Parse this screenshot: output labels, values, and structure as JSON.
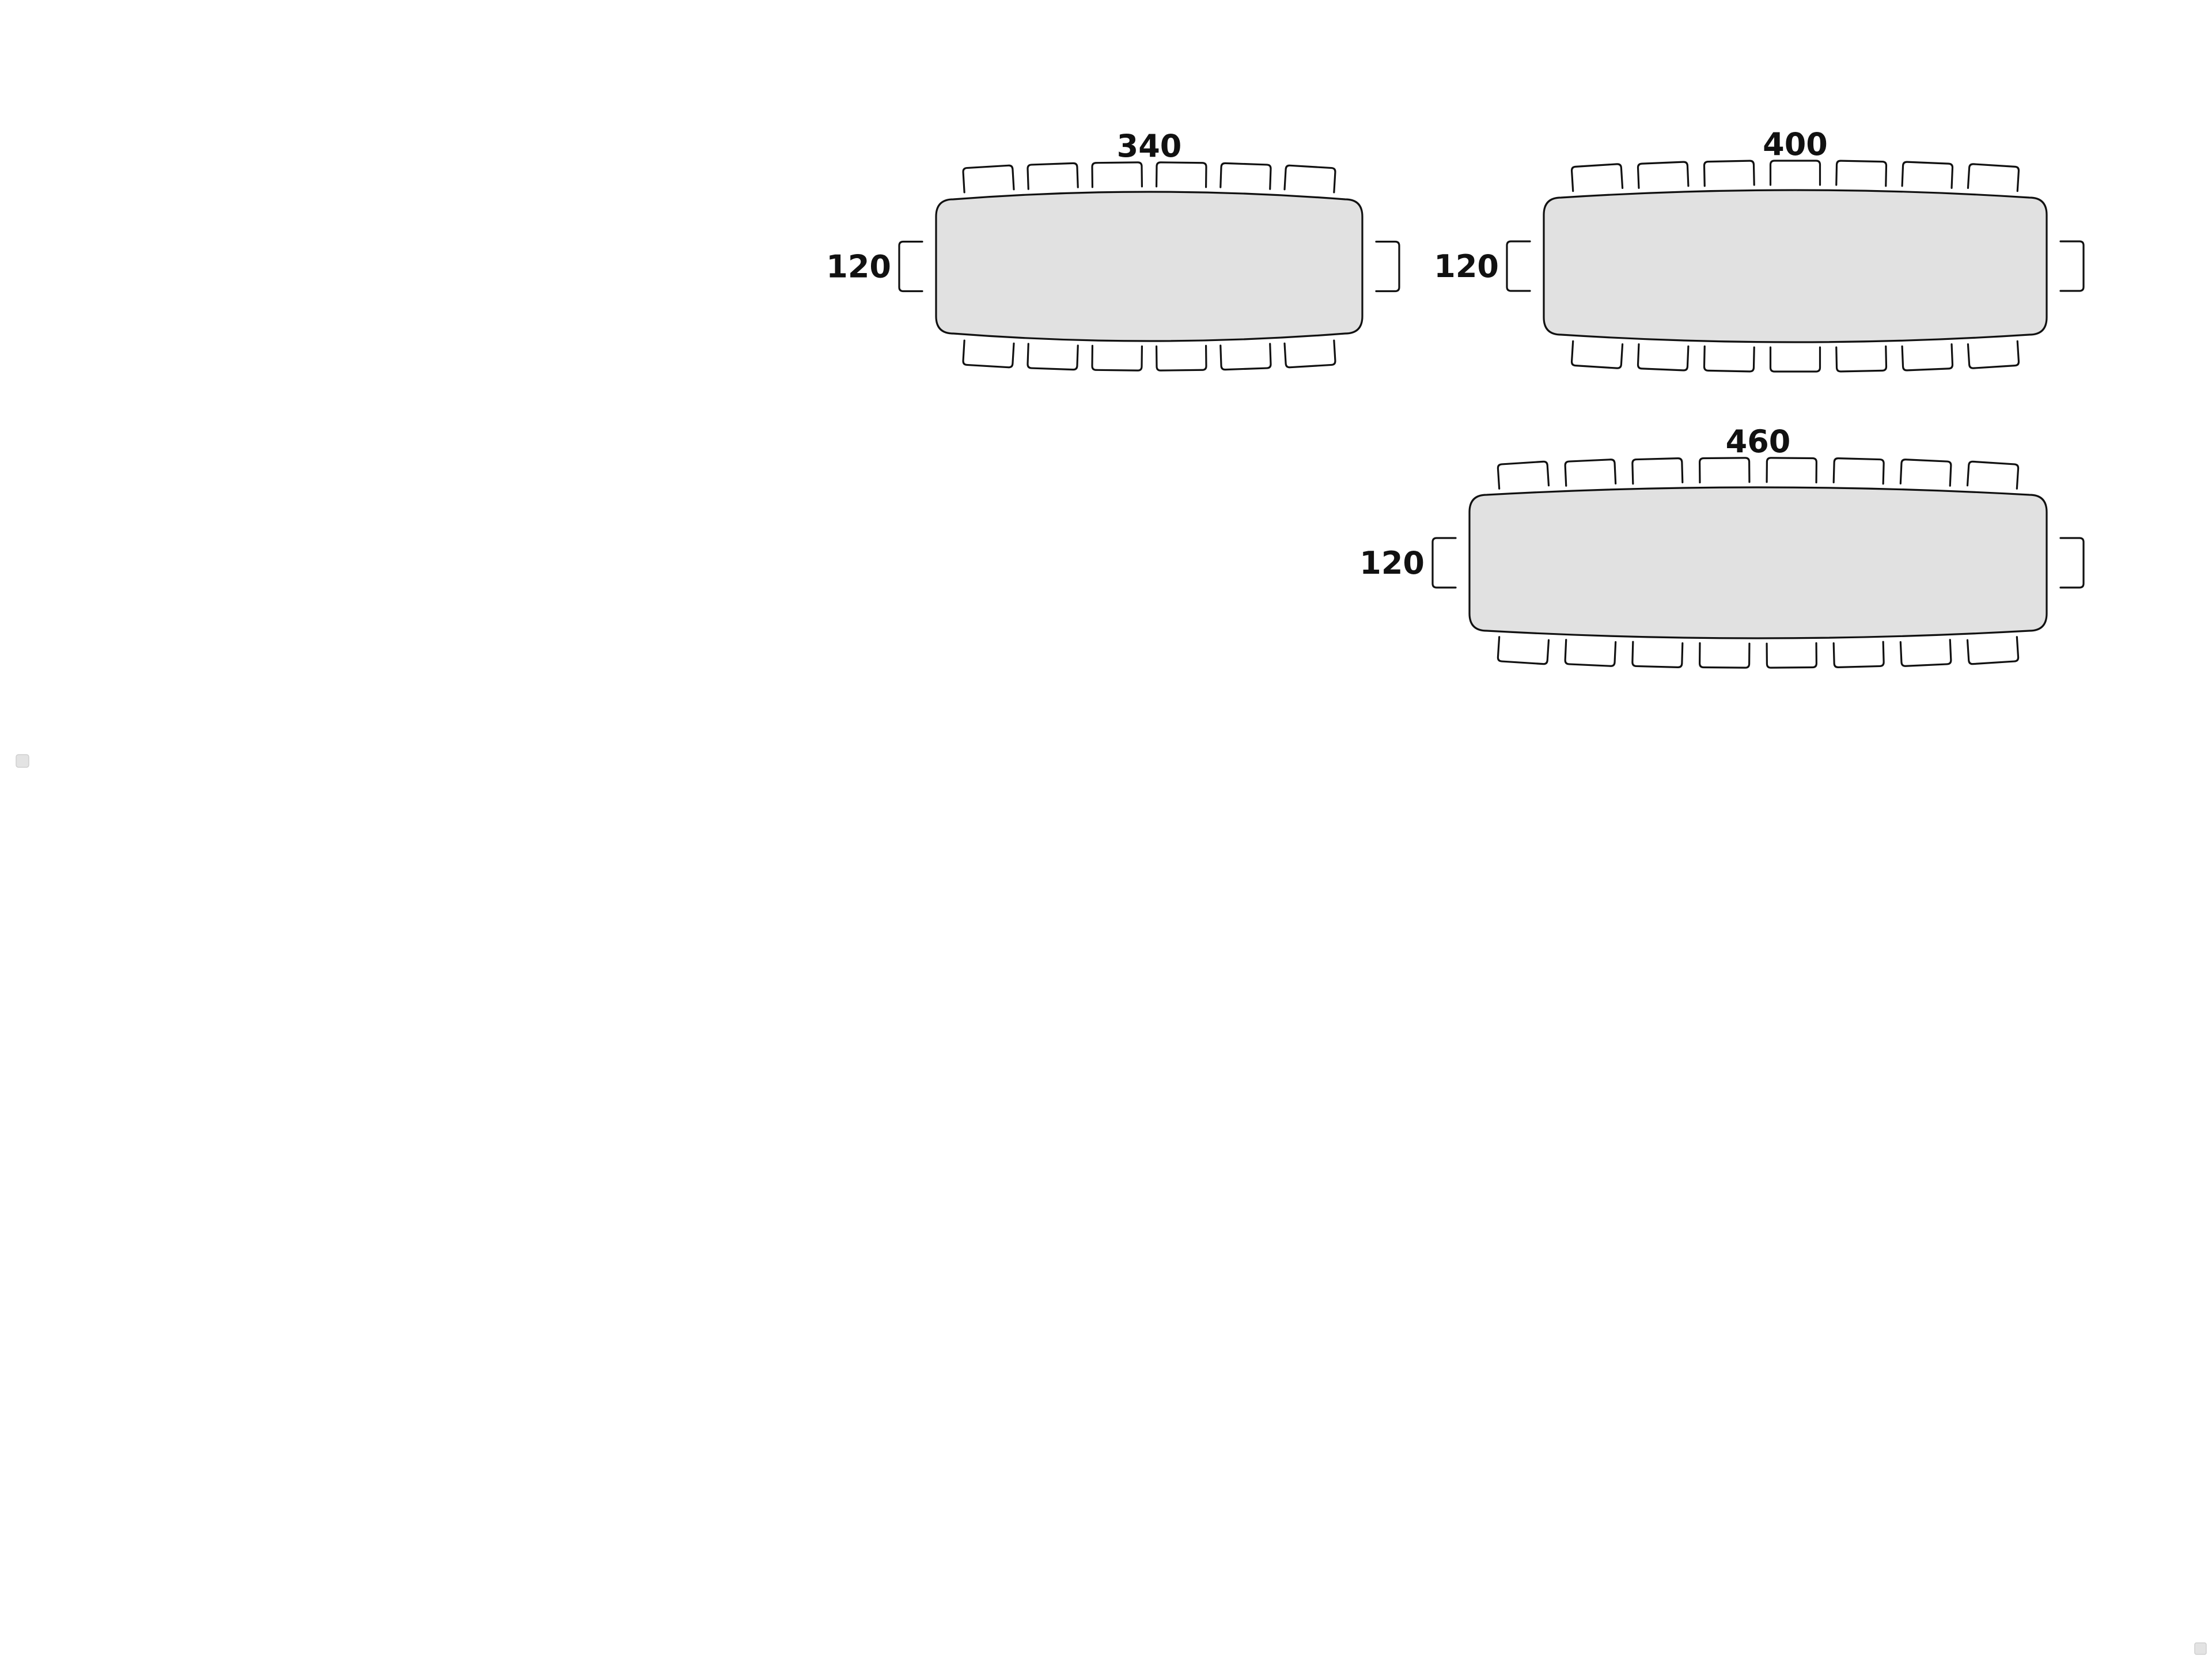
{
  "colors": {
    "tabletop_fill": "#e1e1e1",
    "outline": "#111111",
    "background": "#ffffff"
  },
  "tables": [
    {
      "length_label": "340",
      "width_label": "120",
      "seats_per_long_side": 6,
      "seats_per_end": 1
    },
    {
      "length_label": "400",
      "width_label": "120",
      "seats_per_long_side": 7,
      "seats_per_end": 1
    },
    {
      "length_label": "460",
      "width_label": "120",
      "seats_per_long_side": 8,
      "seats_per_end": 1
    }
  ]
}
